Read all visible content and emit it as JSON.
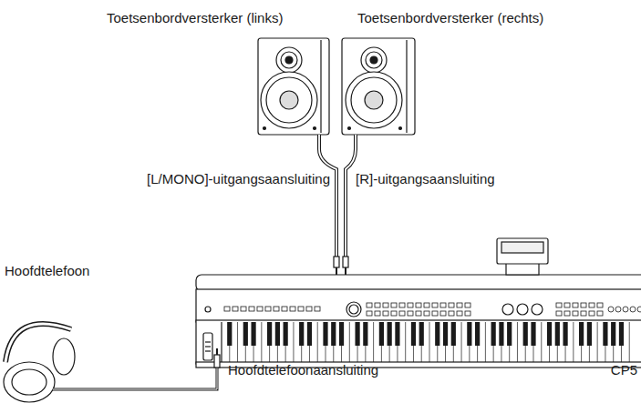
{
  "diagram": {
    "labels": [
      "Toetsenbordversterker (links)",
      "Toetsenbordversterker (rechts)",
      "[L/MONO]-uitgangsaansluiting",
      "[R]-uitgangsaansluiting",
      "Hoofdtelefoon",
      "Hoofdtelefoonaansluiting",
      "CP5"
    ]
  }
}
